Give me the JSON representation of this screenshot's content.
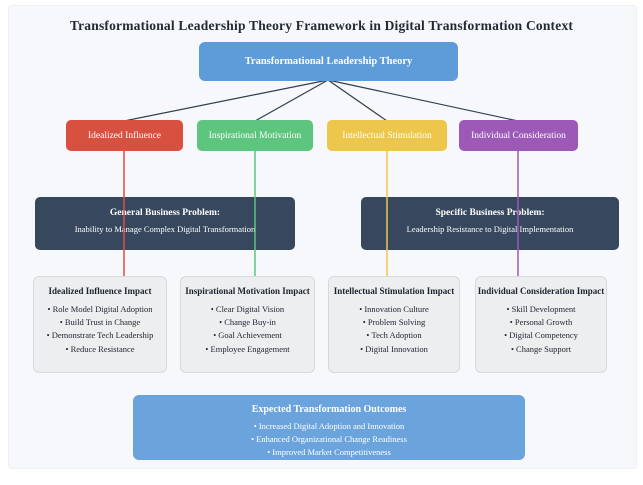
{
  "title": "Transformational Leadership Theory Framework in Digital Transformation Context",
  "root_node": {
    "label": "Transformational Leadership Theory",
    "color": "#5d9cd9"
  },
  "pillars": [
    {
      "label": "Idealized Influence",
      "color": "#d85140"
    },
    {
      "label": "Inspirational Motivation",
      "color": "#5ec57e"
    },
    {
      "label": "Intellectual Stimulation",
      "color": "#edc74c"
    },
    {
      "label": "Individual Consideration",
      "color": "#9c59b8"
    }
  ],
  "problems": [
    {
      "title": "General Business Problem:",
      "subtitle": "Inability to Manage Complex Digital Transformation"
    },
    {
      "title": "Specific Business Problem:",
      "subtitle": "Leadership Resistance to Digital Implementation"
    }
  ],
  "impacts": [
    {
      "title": "Idealized Influence Impact",
      "items": [
        "Role Model Digital Adoption",
        "Build Trust in Change",
        "Demonstrate Tech Leadership",
        "Reduce Resistance"
      ]
    },
    {
      "title": "Inspirational Motivation Impact",
      "items": [
        "Clear Digital Vision",
        "Change Buy-in",
        "Goal Achievement",
        "Employee Engagement"
      ]
    },
    {
      "title": "Intellectual Stimulation Impact",
      "items": [
        "Innovation Culture",
        "Problem Solving",
        "Tech Adoption",
        "Digital Innovation"
      ]
    },
    {
      "title": "Individual Consideration Impact",
      "items": [
        "Skill Development",
        "Personal Growth",
        "Digital Competency",
        "Change Support"
      ]
    }
  ],
  "outcomes": {
    "title": "Expected Transformation Outcomes",
    "items": [
      "Increased Digital Adoption and Innovation",
      "Enhanced Organizational Change Readiness",
      "Improved Market Competitiveness"
    ]
  },
  "colors": {
    "panel_background": "#f7f8fb",
    "problem_box": "#36475e",
    "impact_box": "#eceef0",
    "outcomes_box": "#6ba4dc",
    "edge": "#2f3e4e",
    "title_text": "#222a35"
  }
}
